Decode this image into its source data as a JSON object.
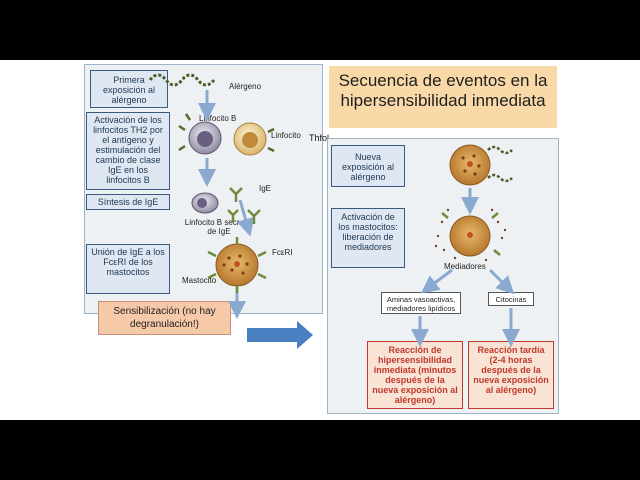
{
  "title": "Secuencia de eventos en la hipersensibilidad inmediata",
  "left_panel": {
    "steps": [
      "Primera exposición al alérgeno",
      "Activación de los linfocitos TH2 por el antígeno y estimulación del cambio de clase IgE en los linfocitos B",
      "Síntesis de IgE",
      "Unión de IgE a los FcεRI de los mastocitos"
    ],
    "labels": {
      "allergen": "Alérgeno",
      "b_cell": "Linfocito B",
      "lymphocyte": "Linfocito",
      "ige": "IgE",
      "b_secretor": "Linfocito B secretor de IgE",
      "fcer": "FcεRI",
      "mast_cell": "Mastocito"
    }
  },
  "annotation": "Thfol",
  "note": "Sensibilización (no hay degranulación!)",
  "right_panel": {
    "steps": [
      "Nueva exposición al alérgeno",
      "Activación de los mastocitos: liberación de mediadores"
    ],
    "mediators_label": "Mediadores",
    "outputs": [
      "Aminas vasoactivas, mediadores lipídicos",
      "Citocinas"
    ],
    "reactions": [
      "Reacción de hipersensibilidad inmediata (minutos después de la nueva exposición al alérgeno)",
      "Reacción tardía (2-4 horas después de la nueva exposición al alérgeno)"
    ]
  },
  "colors": {
    "title_bg": "#f9d9a7",
    "note_bg": "#f6c9a8",
    "arrow": "#4a7fc1",
    "reaction_text": "#c0392b"
  }
}
